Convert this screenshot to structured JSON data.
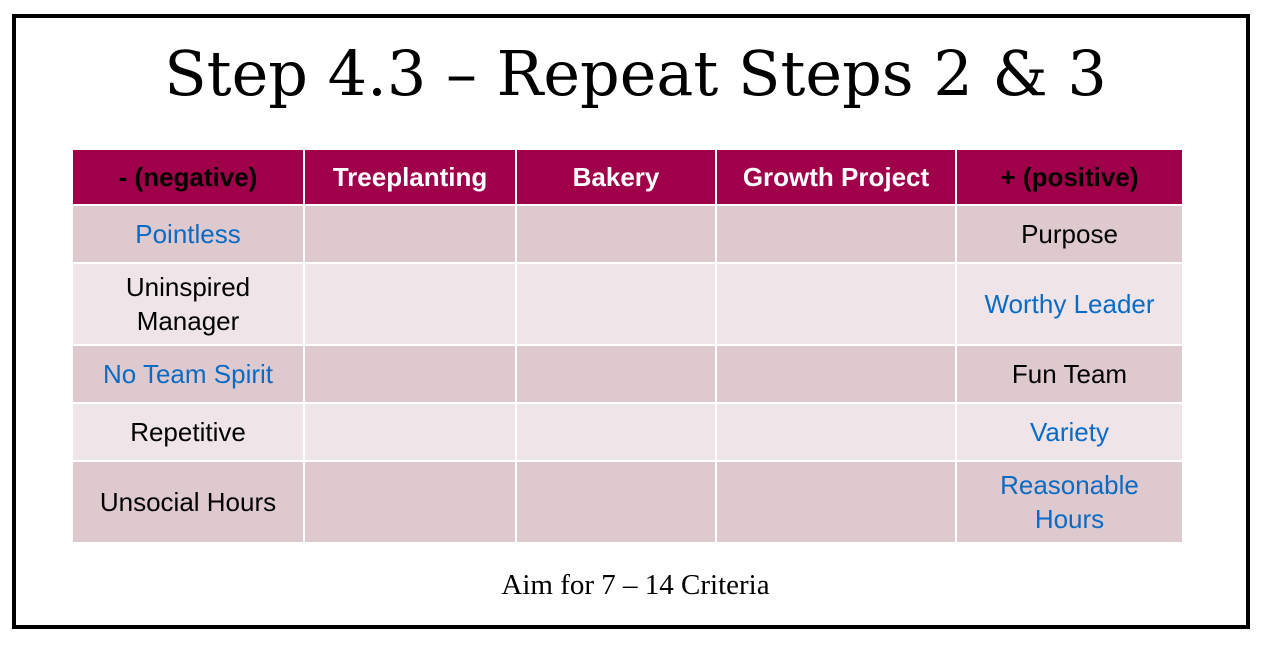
{
  "slide": {
    "title": "Step 4.3 – Repeat Steps 2 & 3",
    "footer": "Aim for 7 – 14 Criteria"
  },
  "table": {
    "headers": [
      "- (negative)",
      "Treeplanting",
      "Bakery",
      "Growth Project",
      "+ (positive)"
    ],
    "rows": [
      {
        "negative": "Pointless",
        "negative_color": "#0a6bc4",
        "positive": "Purpose",
        "positive_color": "#000000"
      },
      {
        "negative": "Uninspired Manager",
        "negative_color": "#000000",
        "positive": "Worthy Leader",
        "positive_color": "#0a6bc4"
      },
      {
        "negative": "No Team Spirit",
        "negative_color": "#0a6bc4",
        "positive": "Fun Team",
        "positive_color": "#000000"
      },
      {
        "negative": "Repetitive",
        "negative_color": "#000000",
        "positive": "Variety",
        "positive_color": "#0a6bc4"
      },
      {
        "negative": "Unsocial Hours",
        "negative_color": "#000000",
        "positive": "Reasonable Hours",
        "positive_color": "#0a6bc4"
      }
    ]
  },
  "colors": {
    "header_bg": "#a0004a",
    "row_dark": "#dec9cf",
    "row_light": "#efe5e8",
    "blue_text": "#0a6bc4"
  }
}
